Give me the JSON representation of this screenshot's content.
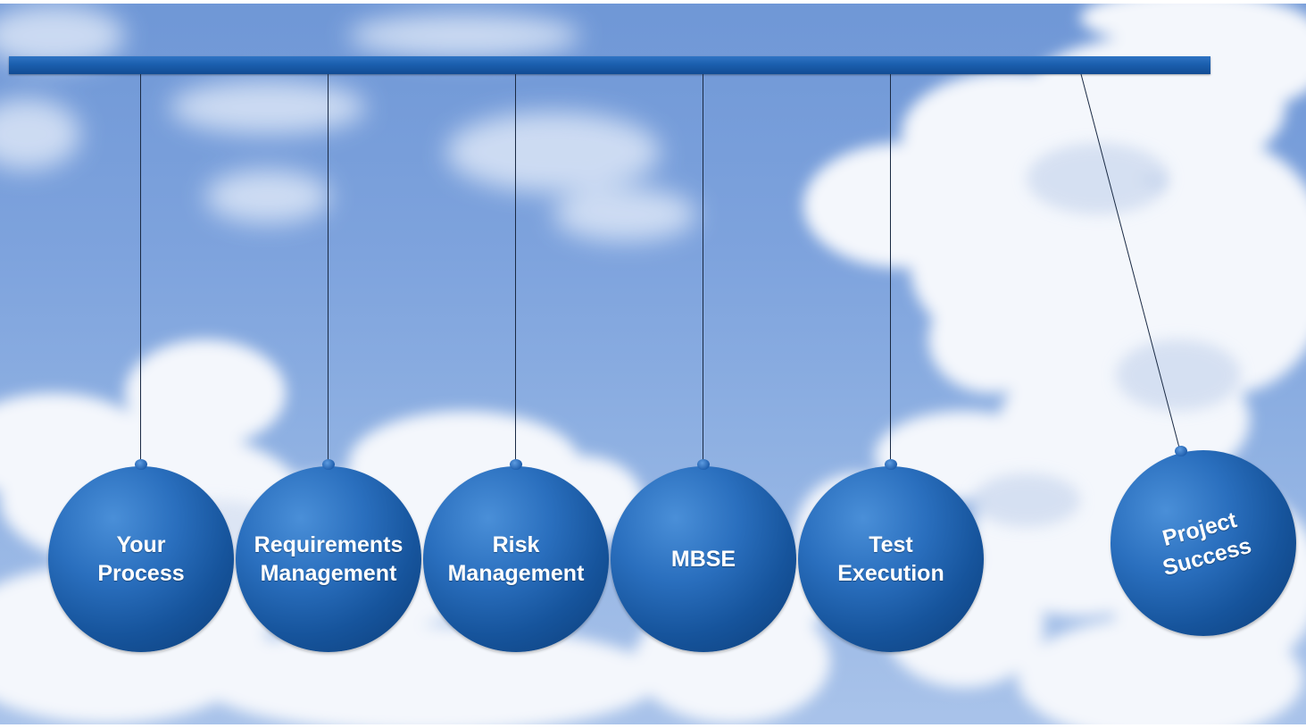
{
  "colors": {
    "sky": "#7ea3dd",
    "cloud": "#ffffff",
    "bar": "#1b5fae",
    "ball": "#16549c",
    "label": "#ffffff",
    "string": "#1a2a44"
  },
  "balls": [
    {
      "label": "Your\nProcess"
    },
    {
      "label": "Requirements\nManagement"
    },
    {
      "label": "Risk\nManagement"
    },
    {
      "label": "MBSE"
    },
    {
      "label": "Test\nExecution"
    },
    {
      "label": "Project\nSuccess"
    }
  ]
}
